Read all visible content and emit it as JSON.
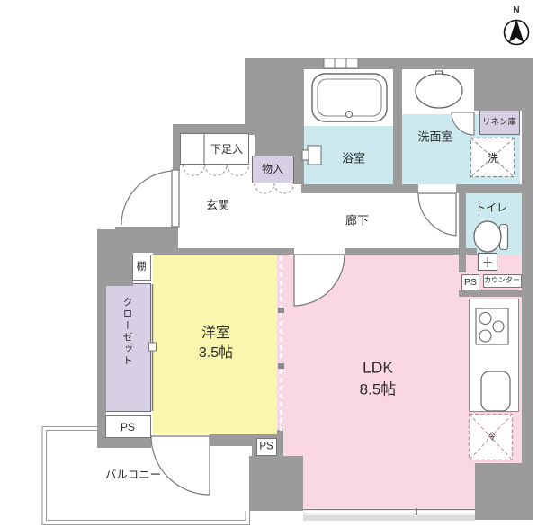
{
  "compass": {
    "label": "N"
  },
  "rooms": {
    "genkan": {
      "label": "玄関"
    },
    "shoe_cabinet": {
      "label": "下足入"
    },
    "storage": {
      "label": "物入"
    },
    "corridor": {
      "label": "廊下"
    },
    "bathroom": {
      "label": "浴室"
    },
    "washroom": {
      "label": "洗面室"
    },
    "linen_closet": {
      "label": "リネン庫"
    },
    "washer": {
      "label": "洗"
    },
    "toilet": {
      "label": "トイレ"
    },
    "counter": {
      "label": "カウンター"
    },
    "shelf": {
      "label": "棚"
    },
    "closet": {
      "label": "クローゼット"
    },
    "western_room": {
      "label": "洋室",
      "size": "3.5帖"
    },
    "ldk": {
      "label": "LDK",
      "size": "8.5帖"
    },
    "balcony": {
      "label": "バルコニー"
    },
    "refrigerator": {
      "label": "冷"
    },
    "pipe_space": {
      "label": "PS"
    }
  },
  "colors": {
    "wall": "#9b9b9b",
    "water_room": "#cbe9ee",
    "storage_room": "#d7d0e5",
    "western_room": "#f9f6ae",
    "ldk": "#f9d8e3",
    "fridge_dash": "#c9899e"
  }
}
